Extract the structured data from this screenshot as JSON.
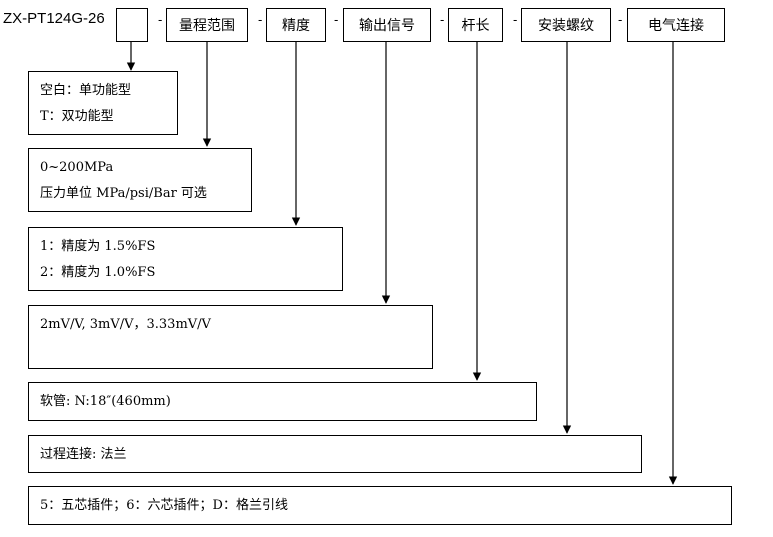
{
  "model_code": "ZX-PT124G-26",
  "separator": "-",
  "header_fields": [
    "量程范围",
    "精度",
    "输出信号",
    "杆长",
    "安装螺纹",
    "电气连接"
  ],
  "options": {
    "type": [
      "空白：单功能型",
      "T：双功能型"
    ],
    "range": [
      "0~200MPa",
      "压力单位 MPa/psi/Bar 可选"
    ],
    "accuracy": [
      "1：精度为 1.5%FS",
      "2：精度为 1.0%FS"
    ],
    "output": [
      "2mV/V, 3mV/V，3.33mV/V"
    ],
    "rod_length": [
      "软管: N:18″(460mm)"
    ],
    "thread": [
      "过程连接: 法兰"
    ],
    "electrical": [
      "5：五芯插件；6：六芯插件；D：格兰引线"
    ]
  }
}
